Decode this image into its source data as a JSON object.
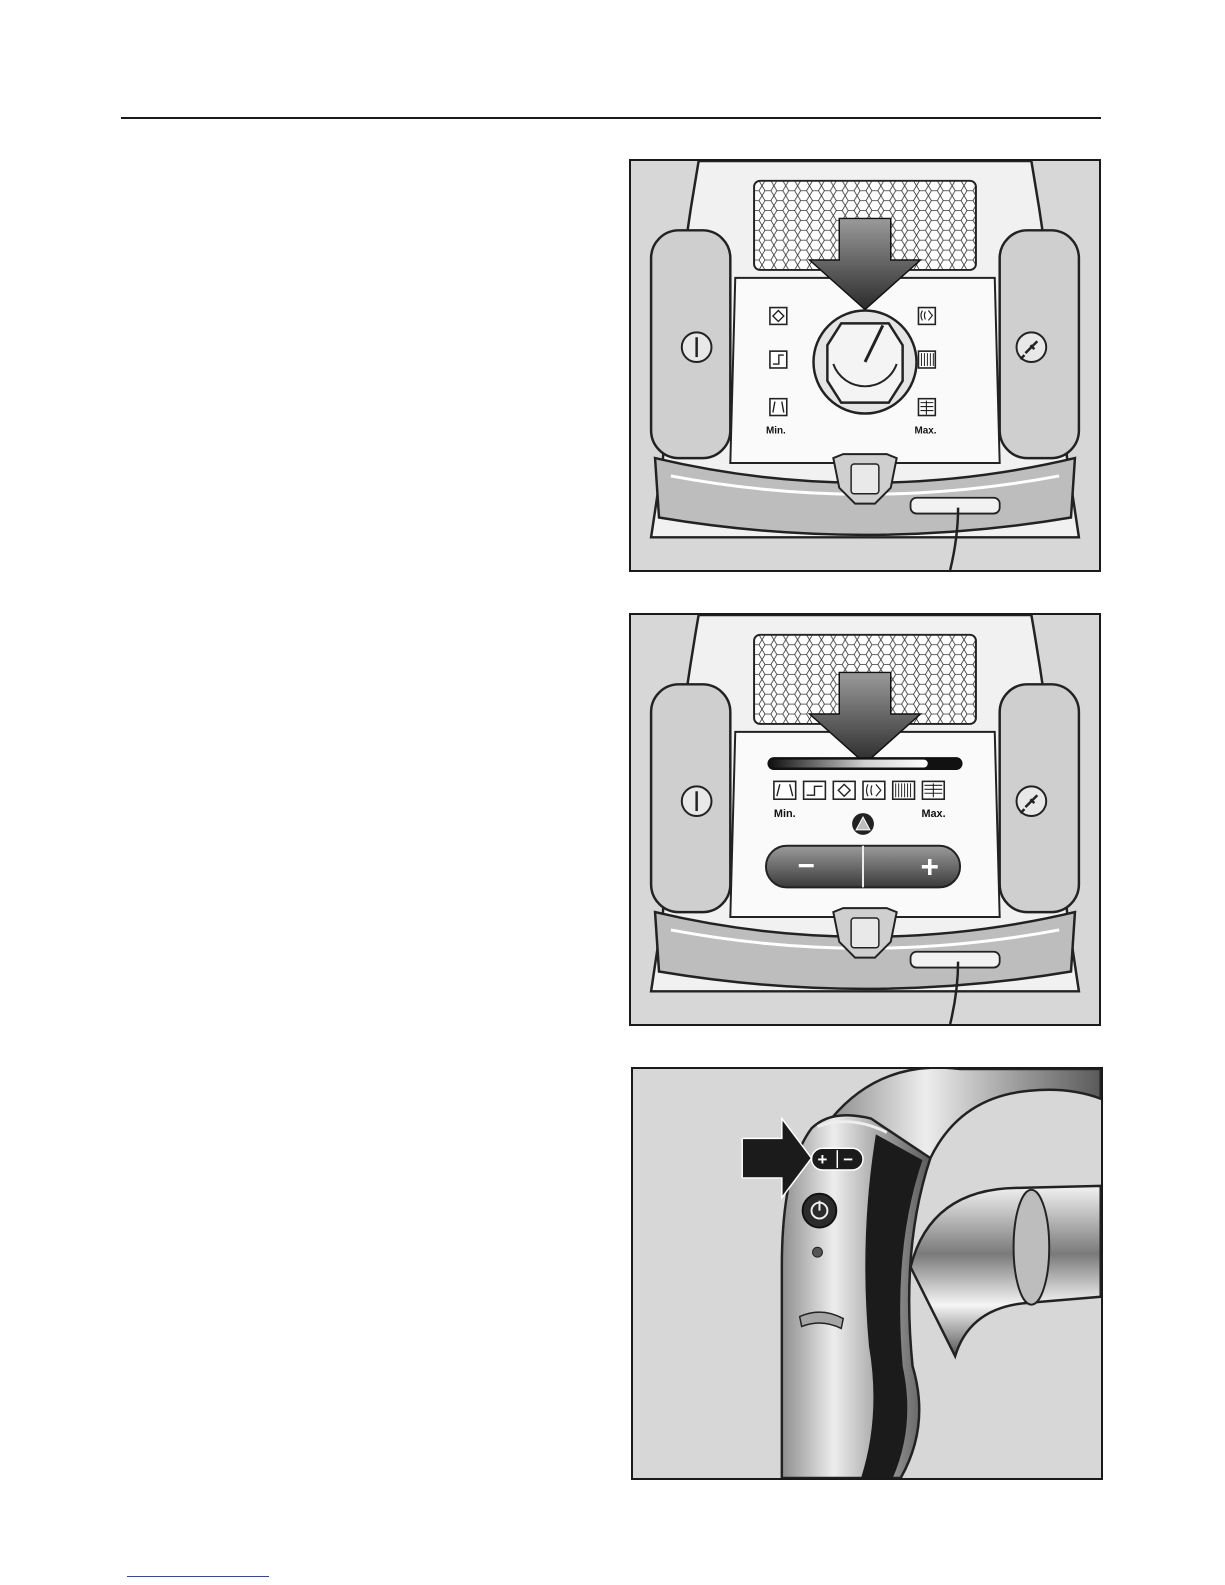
{
  "page": {
    "has_header_rule": true
  },
  "figure1": {
    "min_label": "Min.",
    "max_label": "Max.",
    "icons": [
      "curtain-icon",
      "upholstery-icon",
      "mattress-icon",
      "quiet-icon",
      "low-pile-carpet-icon",
      "hard-floor-icon"
    ]
  },
  "figure2": {
    "min_label": "Min.",
    "max_label": "Max.",
    "minus_label": "−",
    "plus_label": "+",
    "icons": [
      "curtain-icon",
      "upholstery-icon",
      "mattress-icon",
      "quiet-icon",
      "low-pile-carpet-icon",
      "hard-floor-icon"
    ],
    "power_level_fraction": 0.83
  },
  "figure3": {
    "plus_label": "+",
    "minus_label": "−"
  },
  "colors": {
    "frame": "#1a1a1a",
    "figure_bg": "#d7d7d7",
    "arrow": "#3a3a3a",
    "link": "#2b3fd8"
  }
}
